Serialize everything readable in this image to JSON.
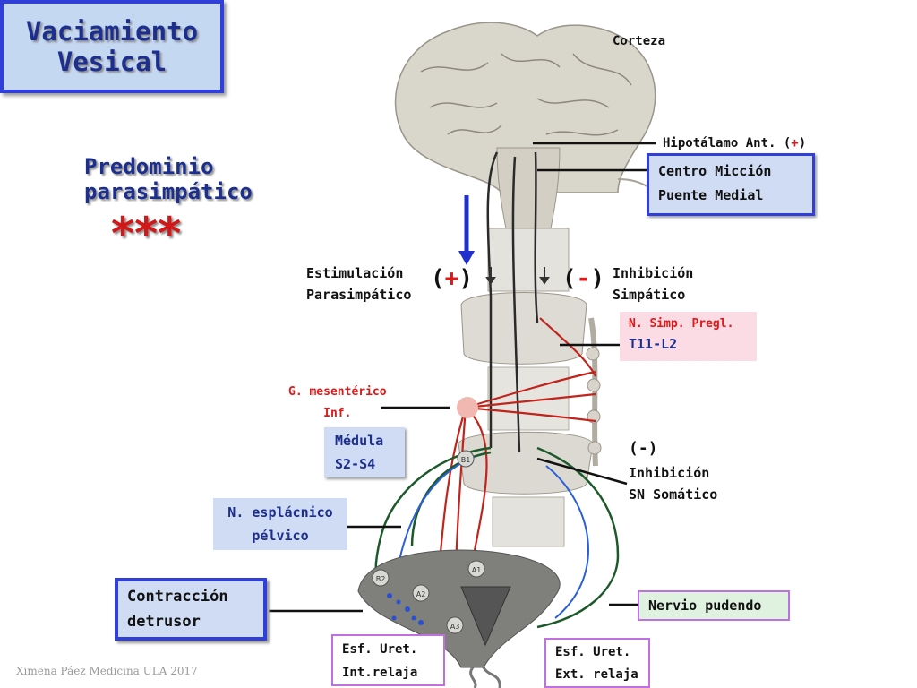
{
  "title": "Vaciamiento\nVesical",
  "subtitle": "Predominio\n parasimpático",
  "stars": "***",
  "labels": {
    "corteza": "Corteza",
    "hipotalamo_text": "Hipotálamo Ant. (",
    "hipotalamo_sign": "+",
    "hipotalamo_close": ")",
    "centro_miccion": "Centro Micción\nPuente Medial",
    "estimulacion": "Estimulación\nParasimpático",
    "plus_open": "(",
    "plus_sign": "+",
    "plus_close": ")",
    "minus_open": "(",
    "minus_sign": "-",
    "minus_close": ")",
    "inhibicion_simp": "Inhibición\nSimpático",
    "n_simp_pregl": "N. Simp. Pregl.",
    "t11_l2": "T11-L2",
    "g_mesenterico": "G. mesentérico\nInf.",
    "medula": "Médula\nS2-S4",
    "somatico_sign": "(-)",
    "inhibicion_somatico": "Inhibición\nSN Somático",
    "n_esplacnico": "N. esplácnico\npélvico",
    "contraccion": "Contracción\n detrusor",
    "nervio_pudendo": "Nervio pudendo",
    "esf_int": "Esf. Uret.\nInt.relaja",
    "esf_ext": "Esf. Uret.\nExt. relaja"
  },
  "diagram_marks": {
    "b1": "B1",
    "b2": "B2",
    "a1": "A1",
    "a2": "A2",
    "a3": "A3"
  },
  "footer": "Ximena Páez Medicina ULA 2017",
  "colors": {
    "title_border": "#2f3fd8",
    "title_fill": "#c5d8f2",
    "title_text": "#1d2f8e",
    "accent_red": "#e01818",
    "pink_fill": "#fbdbe4",
    "green_fill": "#dff2df"
  }
}
